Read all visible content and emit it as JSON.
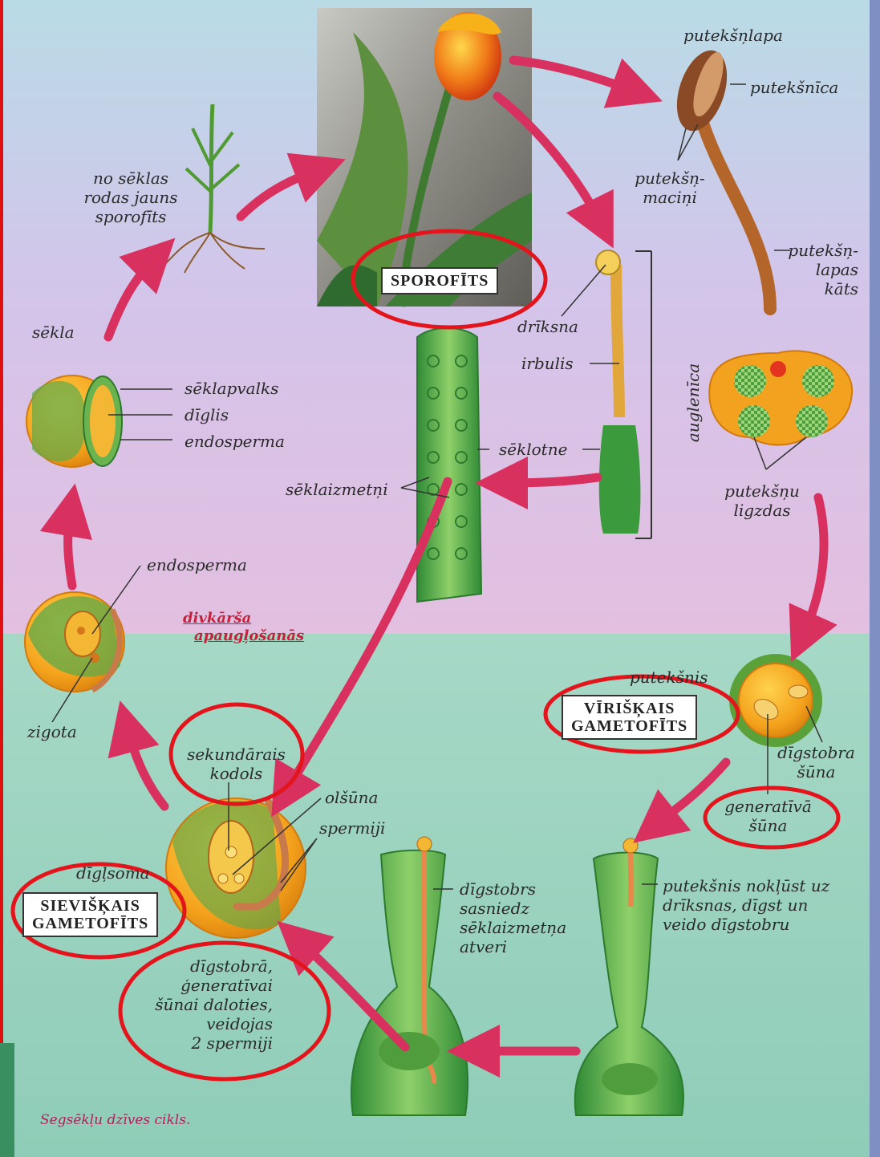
{
  "caption": "Segsēkļu dzīves cikls.",
  "stage_boxes": {
    "sporophyte": "SPOROFĪTS",
    "male_gametophyte_l1": "VĪRIŠĶAIS",
    "male_gametophyte_l2": "GAMETOFĪTS",
    "female_gametophyte_l1": "SIEVIŠĶAIS",
    "female_gametophyte_l2": "GAMETOFĪTS"
  },
  "labels": {
    "puteksnlapa": "putekšņlapa",
    "putekstnica": "putekšnīca",
    "puteksn_l1": "putekšņ-",
    "puteksn_l2": "maciņi",
    "katas_l1": "putekšņ-",
    "katas_l2": "lapas",
    "katas_l3": "kāts",
    "seedling_l1": "no sēklas",
    "seedling_l2": "rodas jauns",
    "seedling_l3": "sporofīts",
    "driksna": "drīksna",
    "irbulis": "irbulis",
    "auglenica": "auglenīca",
    "seklotne": "sēklotne",
    "seklaizmetni": "sēklaizmetņi",
    "ligzdas_l1": "putekšņu",
    "ligzdas_l2": "ligzdas",
    "sekla": "sēkla",
    "seklapvalks": "sēklapvalks",
    "diglis": "dīglis",
    "endosperma_1": "endosperma",
    "endosperma_2": "endosperma",
    "divkarsa_l1": "divkārša",
    "divkarsa_l2": "apaugļošanās",
    "zigota": "zigota",
    "puteksnis": "putekšnis",
    "digstobra_l1": "dīgstobra",
    "digstobra_l2": "šūna",
    "generativa_l1": "generatīvā",
    "generativa_l2": "šūna",
    "sekundarais_l1": "sekundārais",
    "sekundarais_l2": "kodols",
    "olsuna": "olšūna",
    "spermiji": "spermiji",
    "diglsoma": "dīgļsoma",
    "digstobrs_l1": "dīgstobrs",
    "digstobrs_l2": "sasniedz",
    "digstobrs_l3": "sēklaizmetņa",
    "digstobrs_l4": "atveri",
    "noklust_l1": "putekšnis nokļūst uz",
    "noklust_l2": "drīksnas, dīgst un",
    "noklust_l3": "veido dīgstobru",
    "dalot_l1": "dīgstobrā,",
    "dalot_l2": "ģeneratīvai",
    "dalot_l3": "šūnai daloties,",
    "dalot_l4": "veidojas",
    "dalot_l5": "2 spermiji"
  },
  "colors": {
    "bg_top": "#d9c6ec",
    "bg_bottom": "#a9d8c4",
    "arrow": "#d8305f",
    "highlight_ring": "#e3141c",
    "plant_green": "#3f9a3a",
    "seed_orange": "#f2a21e",
    "stem_brown": "#b3652a"
  }
}
